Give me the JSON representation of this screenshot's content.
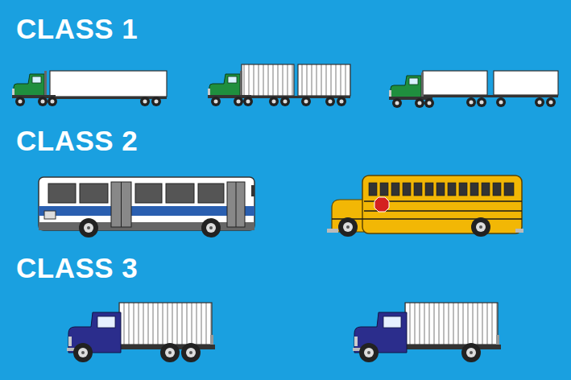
{
  "diagram": {
    "labels": [
      "CLASS 1",
      "CLASS 2",
      "CLASS 3"
    ]
  }
}
